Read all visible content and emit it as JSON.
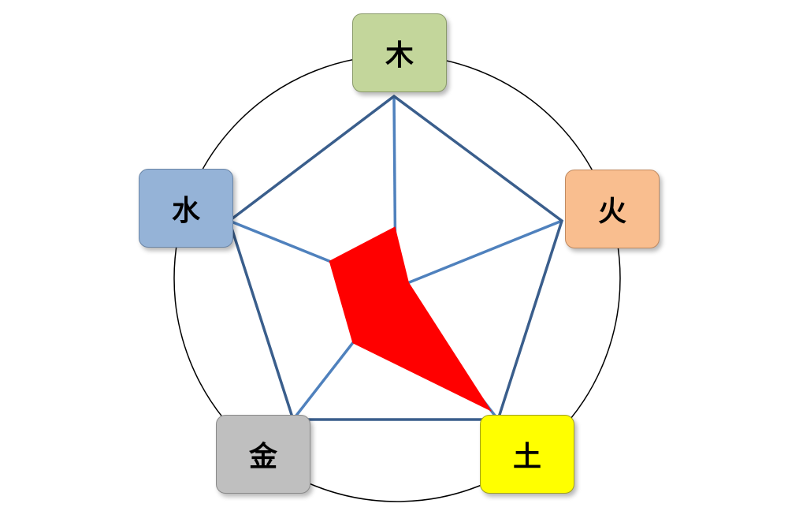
{
  "elements": [
    {
      "key": "wood",
      "label": "木",
      "color": "#c3d69b",
      "border": "#8a9a6a",
      "level": 0.32
    },
    {
      "key": "fire",
      "label": "火",
      "color": "#f9be8f",
      "border": "#c08a60",
      "level": 0.08
    },
    {
      "key": "earth",
      "label": "土",
      "color": "#ffff00",
      "border": "#a0a020",
      "level": 0.94
    },
    {
      "key": "metal",
      "label": "金",
      "color": "#bfbfbf",
      "border": "#8a8a8a",
      "level": 0.42
    },
    {
      "key": "water",
      "label": "水",
      "color": "#95b3d7",
      "border": "#6a85a6",
      "level": 0.4
    }
  ],
  "colors": {
    "frame_line": "#3a5e8c",
    "spoke_line": "#4f81bd",
    "fill": "#ff0000",
    "circle": "#000000"
  }
}
